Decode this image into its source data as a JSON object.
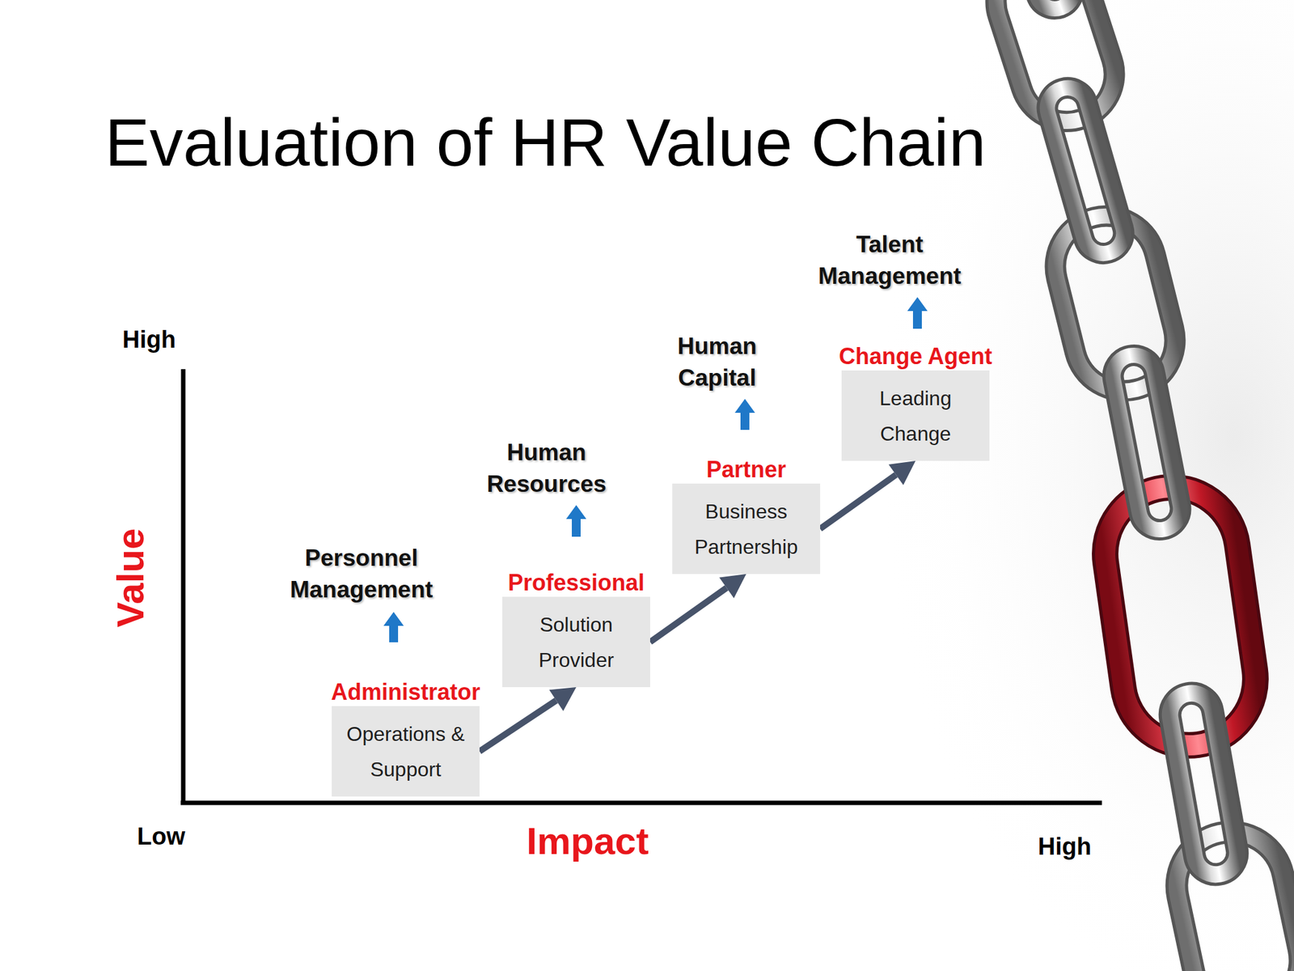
{
  "diagram": {
    "title": "Evaluation of HR Value Chain",
    "nodes": [
      {
        "text": [
          "Administrator",
          "Operations & Support"
        ]
      },
      {
        "text": [
          "Professional",
          "Solution Provider"
        ]
      },
      {
        "text": [
          "Partner",
          "Business Partnership"
        ]
      },
      {
        "text": [
          "Change Agent",
          "Leading Change"
        ]
      }
    ],
    "edges": [
      {
        "from": 0,
        "to": 1,
        "arrow": "to"
      },
      {
        "from": 1,
        "to": 2,
        "arrow": "to"
      },
      {
        "from": 2,
        "to": 3,
        "arrow": "to"
      }
    ],
    "labels": [
      "Talent Management",
      "High",
      "Human Capital",
      "Human Resources",
      "Personnel Management",
      "Value",
      "Low",
      "Impact",
      "High"
    ]
  }
}
